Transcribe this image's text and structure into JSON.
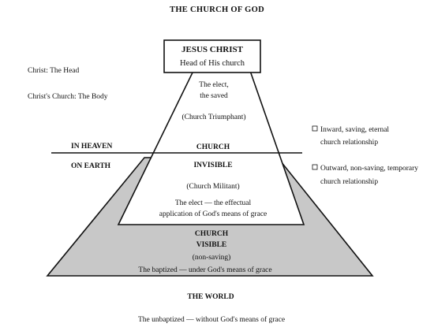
{
  "title": "THE CHURCH OF GOD",
  "top_box": {
    "line1": "JESUS CHRIST",
    "line2": "Head of His church"
  },
  "left_labels": {
    "head": "Christ: The Head",
    "body": "Christ's Church: The Body",
    "in_heaven": "IN HEAVEN",
    "on_earth": "ON EARTH"
  },
  "triumphant": {
    "line1": "The elect,",
    "line2": "the saved",
    "name": "(Church Triumphant)"
  },
  "invisible": {
    "church": "CHURCH",
    "invisible": "INVISIBLE",
    "name": "(Church Militant)",
    "line1": "The elect — the effectual",
    "line2": "application of God's means of grace"
  },
  "visible": {
    "church": "CHURCH",
    "visible": "VISIBLE",
    "name": "(non-saving)",
    "baptized": "The baptized — under God's means of grace"
  },
  "world": {
    "label": "THE WORLD",
    "unbaptized": "The unbaptized — without God's means of grace"
  },
  "legend": {
    "inward_line1": "Inward, saving, eternal",
    "inward_line2": "church relationship",
    "outward_line1": "Outward, non-saving, temporary",
    "outward_line2": "church relationship"
  },
  "colors": {
    "visible_fill": "#c8c8c8",
    "line": "#111111"
  }
}
